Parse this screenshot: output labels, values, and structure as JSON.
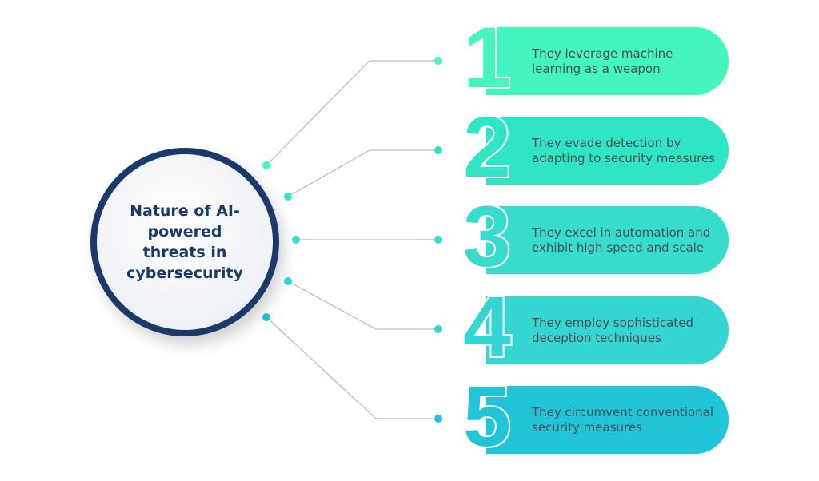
{
  "hub": {
    "title": "Nature of AI-powered threats in cybersecurity"
  },
  "items": [
    {
      "number": "1",
      "text": "They leverage machine learning as a weapon",
      "color": "#45f5c0"
    },
    {
      "number": "2",
      "text": "They evade detection by adapting to security measures",
      "color": "#2fe5c4"
    },
    {
      "number": "3",
      "text": "They excel in automation and exhibit high speed and scale",
      "color": "#36ddcc"
    },
    {
      "number": "4",
      "text": "They employ sophisticated deception techniques",
      "color": "#35d6d2"
    },
    {
      "number": "5",
      "text": "They circumvent conventional security measures",
      "color": "#21c5d8"
    }
  ],
  "colors": {
    "hub_border": "#1b3a6b",
    "connector_line": "#b7bcc2"
  }
}
